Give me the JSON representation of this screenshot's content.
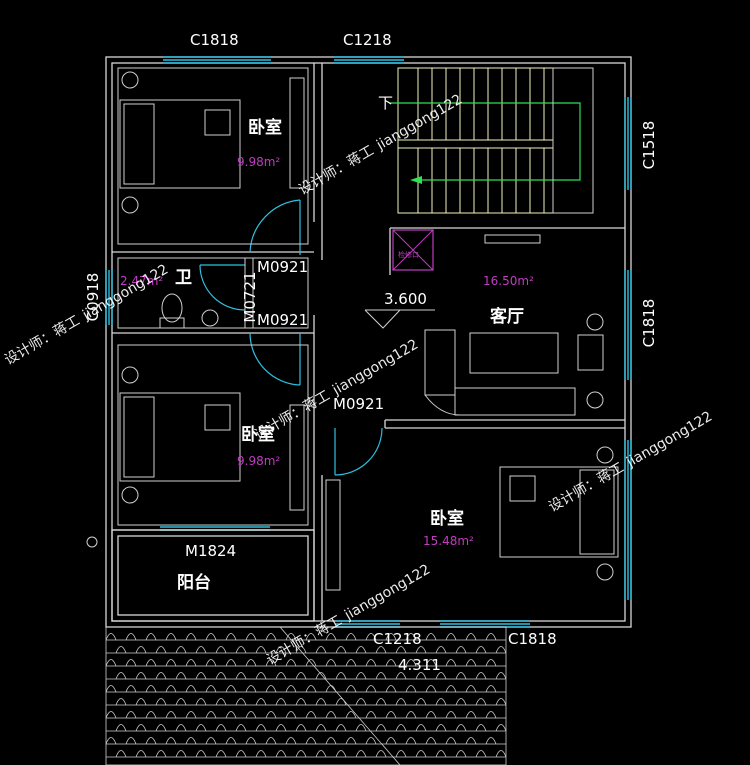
{
  "windows": {
    "top_left": "C1818",
    "top_mid": "C1218",
    "right_upper": "C1518",
    "right_mid": "C1818",
    "left": "C0918",
    "bottom_mid": "C1218",
    "bottom_right": "C1818"
  },
  "doors": {
    "bedroom1": "M0921",
    "bath_side": "M0721",
    "bath_front": "M0921",
    "living": "M0921",
    "balcony": "M1824"
  },
  "rooms": {
    "bedroom_nw": {
      "name": "卧室",
      "area": "9.98m²"
    },
    "bathroom": {
      "name": "卫",
      "area": "2.47m²"
    },
    "bedroom_w": {
      "name": "卧室",
      "area": "9.98m²"
    },
    "living": {
      "name": "客厅",
      "area": "16.50m²"
    },
    "bedroom_se": {
      "name": "卧室",
      "area": "15.48m²"
    },
    "balcony": {
      "name": "阳台"
    }
  },
  "levels": {
    "floor": "3.600",
    "roof": "4.311"
  },
  "stair": {
    "down": "下"
  },
  "shaft": {
    "label": "检修口"
  },
  "watermark": {
    "designer": "设计师：蒋工",
    "handle": "jianggong122"
  }
}
